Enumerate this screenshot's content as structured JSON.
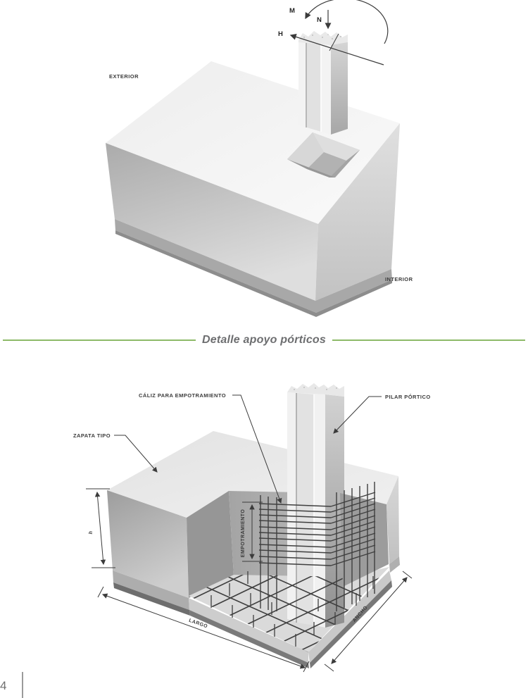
{
  "page": {
    "number": "4"
  },
  "divider": {
    "title": "Detalle apoyo pórticos",
    "accent_green": "#8dba68",
    "title_color": "#6d6e70"
  },
  "top_diagram": {
    "labels": {
      "exterior": "EXTERIOR",
      "interior": "INTERIOR"
    },
    "forces": {
      "moment": "M",
      "axial": "N",
      "horizontal": "H"
    }
  },
  "bottom_diagram": {
    "labels": {
      "caliz": "CÁLIZ PARA EMPOTRAMIENTO",
      "pilar": "PILAR PÓRTICO",
      "zapata": "ZAPATA TIPO",
      "empotramiento": "EMPOTRAMIENTO",
      "height": "h",
      "largo": "LARGO",
      "ancho": "ANCHO"
    }
  }
}
